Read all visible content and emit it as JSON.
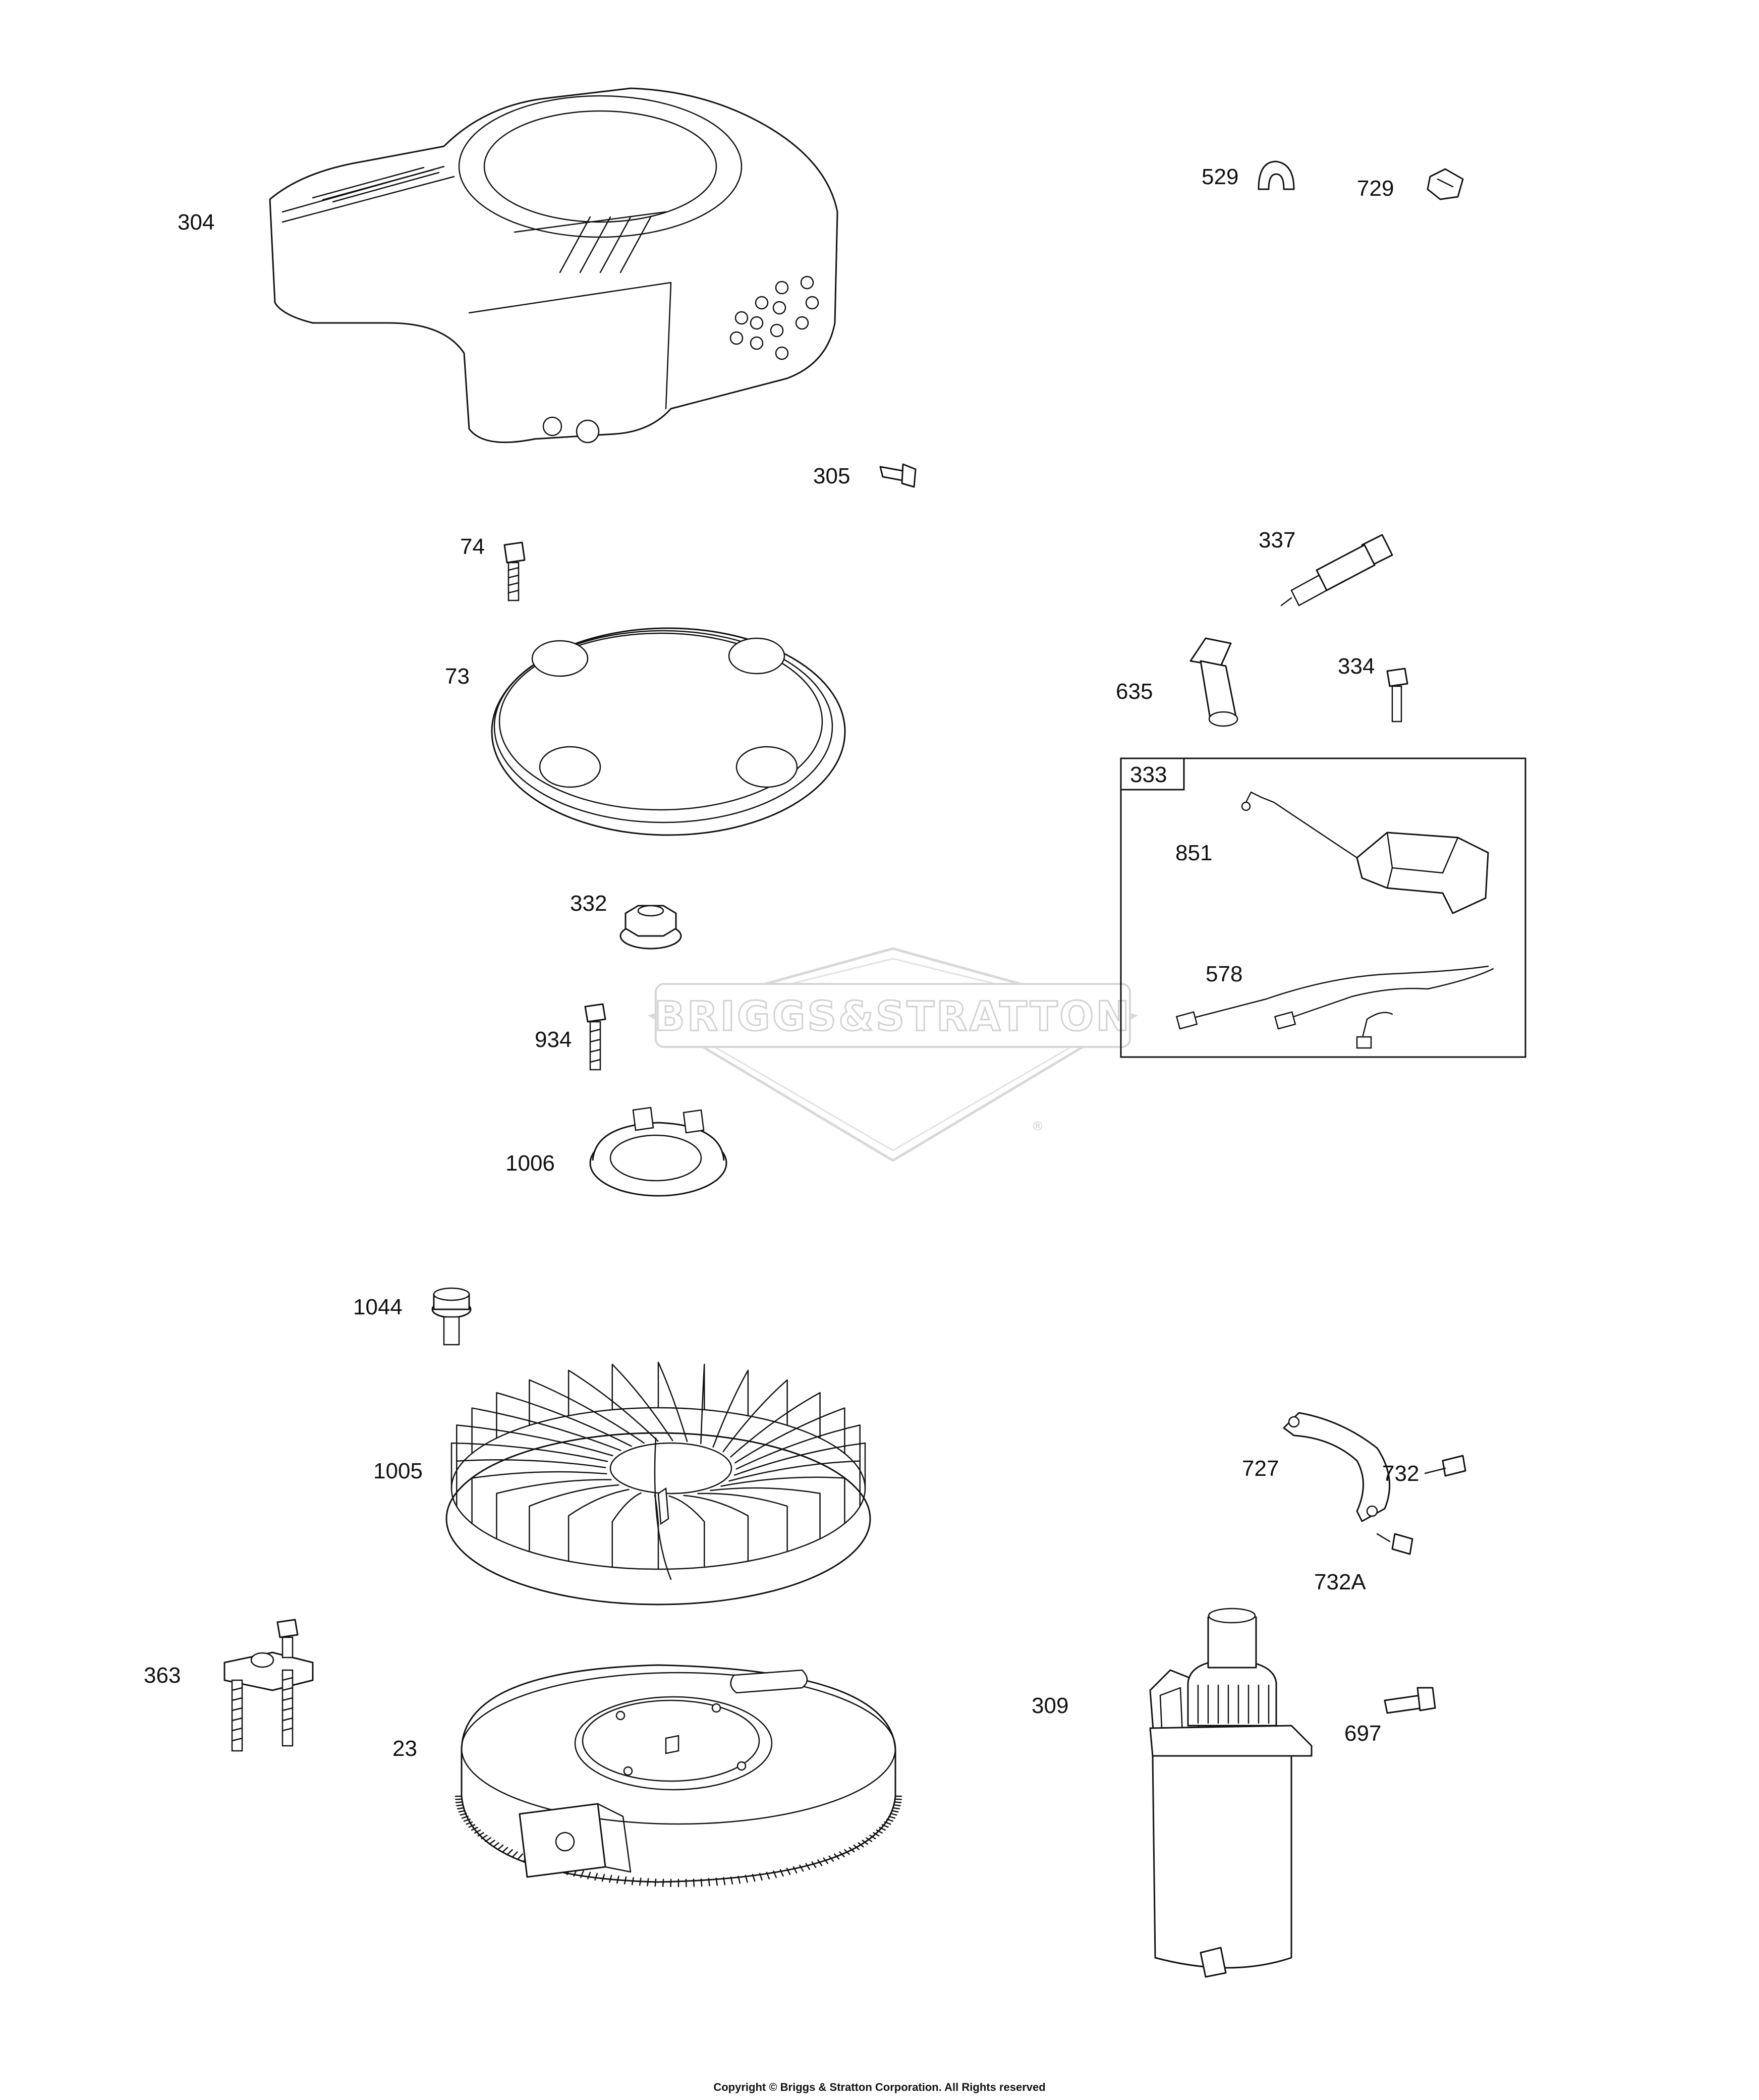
{
  "watermark": {
    "text": "BRIGGS&STRATTON",
    "registered_mark": "®",
    "color": "#d2d2d2"
  },
  "callouts": [
    {
      "id": "304",
      "label": "304"
    },
    {
      "id": "305",
      "label": "305"
    },
    {
      "id": "529",
      "label": "529"
    },
    {
      "id": "729",
      "label": "729"
    },
    {
      "id": "74",
      "label": "74"
    },
    {
      "id": "73",
      "label": "73"
    },
    {
      "id": "337",
      "label": "337"
    },
    {
      "id": "635",
      "label": "635"
    },
    {
      "id": "334",
      "label": "334"
    },
    {
      "id": "333",
      "label": "333"
    },
    {
      "id": "851",
      "label": "851"
    },
    {
      "id": "578",
      "label": "578"
    },
    {
      "id": "332",
      "label": "332"
    },
    {
      "id": "934",
      "label": "934"
    },
    {
      "id": "1006",
      "label": "1006"
    },
    {
      "id": "1044",
      "label": "1044"
    },
    {
      "id": "1005",
      "label": "1005"
    },
    {
      "id": "727",
      "label": "727"
    },
    {
      "id": "732",
      "label": "732"
    },
    {
      "id": "732A",
      "label": "732A"
    },
    {
      "id": "363",
      "label": "363"
    },
    {
      "id": "23",
      "label": "23"
    },
    {
      "id": "309",
      "label": "309"
    },
    {
      "id": "697",
      "label": "697"
    }
  ],
  "footer": {
    "copyright": "Copyright © Briggs & Stratton Corporation. All Rights reserved"
  }
}
